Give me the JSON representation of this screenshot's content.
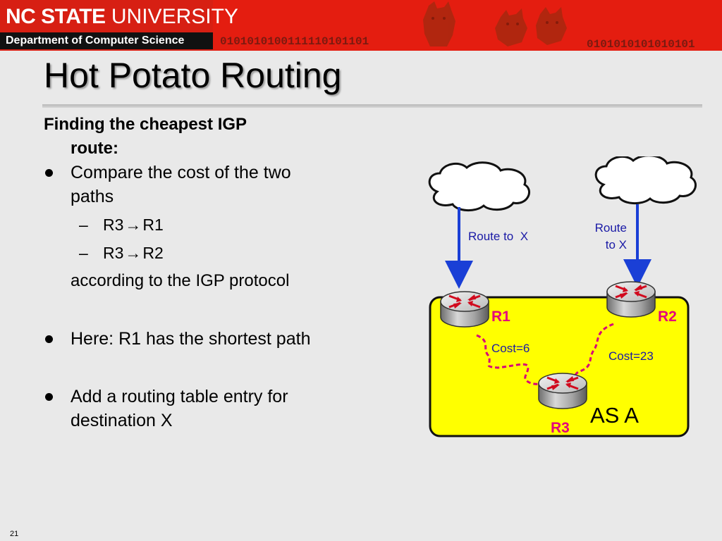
{
  "header": {
    "logo_bold": "NC STATE",
    "logo_light": "UNIVERSITY",
    "department": "Department of Computer Science",
    "binary_left": "0101010100111110101101",
    "binary_right": "0101010101010101"
  },
  "slide": {
    "title": "Hot Potato Routing",
    "heading_line1": "Finding the cheapest IGP",
    "heading_line2": "route:",
    "bullets": [
      {
        "line1": "Compare the cost of the two",
        "line2": "paths"
      },
      {
        "line1": "Here: R1 has the shortest path"
      },
      {
        "line1": "Add a routing table entry for",
        "line2": "destination X"
      }
    ],
    "sub_items": [
      {
        "from": "R3",
        "arrow": "→",
        "to": "R1"
      },
      {
        "from": "R3",
        "arrow": "→",
        "to": "R2"
      }
    ],
    "protocol_note": "according to the IGP protocol",
    "page_number": "21"
  },
  "diagram": {
    "route_left": "Route to  X",
    "route_right_line1": "Route",
    "route_right_line2": "to X",
    "routers": {
      "r1": "R1",
      "r2": "R2",
      "r3": "R3"
    },
    "cost_r1": "Cost=6",
    "cost_r2": "Cost=23",
    "as_label": "AS A",
    "colors": {
      "as_fill": "#ffff00",
      "router_label": "#e4007c",
      "link": "#d8007a",
      "route_arrow": "#1a3fd6",
      "text_blue": "#1a1aa6"
    }
  }
}
